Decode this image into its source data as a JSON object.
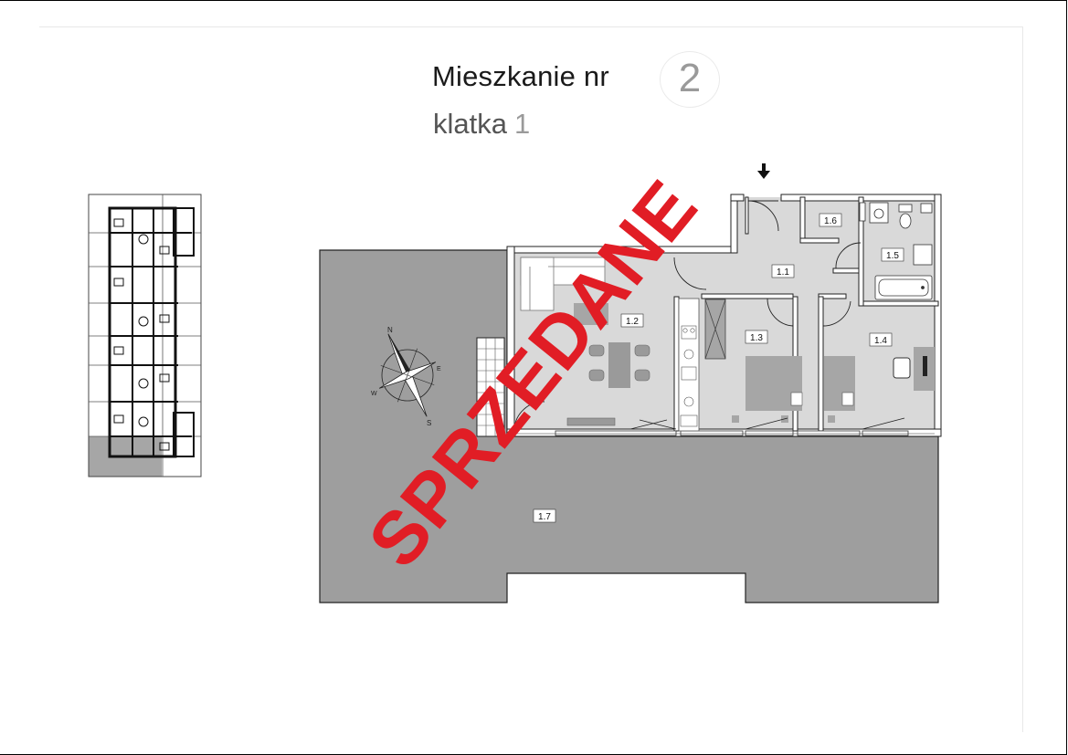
{
  "header": {
    "title": "Mieszkanie nr",
    "apartment_number": "2",
    "staircase_label": "klatka",
    "staircase_number": "1"
  },
  "stamp": {
    "text": "SPRZEDANE",
    "color": "#e11d25"
  },
  "rooms": {
    "r1_1": "1.1",
    "r1_2": "1.2",
    "r1_3": "1.3",
    "r1_4": "1.4",
    "r1_5": "1.5",
    "r1_6": "1.6",
    "r1_7": "1.7"
  },
  "compass": {
    "north": "N",
    "south": "S",
    "east": "E",
    "west": "W"
  },
  "icons": [
    "entrance-arrow-icon",
    "compass-rose-icon"
  ],
  "colors": {
    "terrace": "#9e9e9e",
    "floor": "#d9d9d9",
    "highlight": "#a6a6a6",
    "walls": "#222222"
  }
}
